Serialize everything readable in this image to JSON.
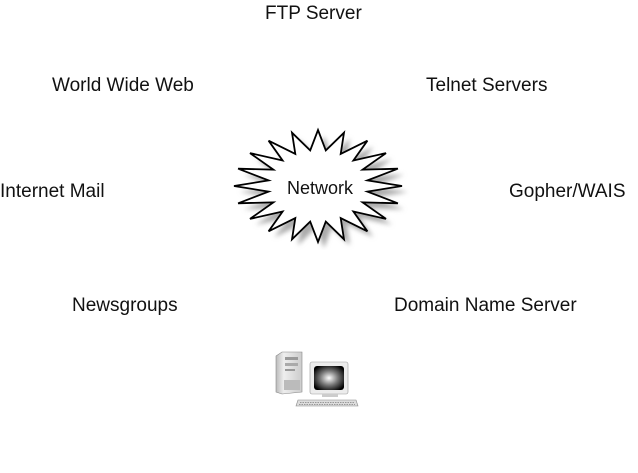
{
  "diagram": {
    "center": {
      "label": "Network",
      "shape": "starburst"
    },
    "nodes": [
      {
        "id": "ftp",
        "label": "FTP Server"
      },
      {
        "id": "www",
        "label": "World Wide Web"
      },
      {
        "id": "telnet",
        "label": "Telnet Servers"
      },
      {
        "id": "mail",
        "label": "Internet Mail"
      },
      {
        "id": "gopher",
        "label": "Gopher/WAIS"
      },
      {
        "id": "news",
        "label": "Newsgroups"
      },
      {
        "id": "dns",
        "label": "Domain Name Server"
      }
    ],
    "client": {
      "icon": "desktop-computer-icon"
    }
  }
}
